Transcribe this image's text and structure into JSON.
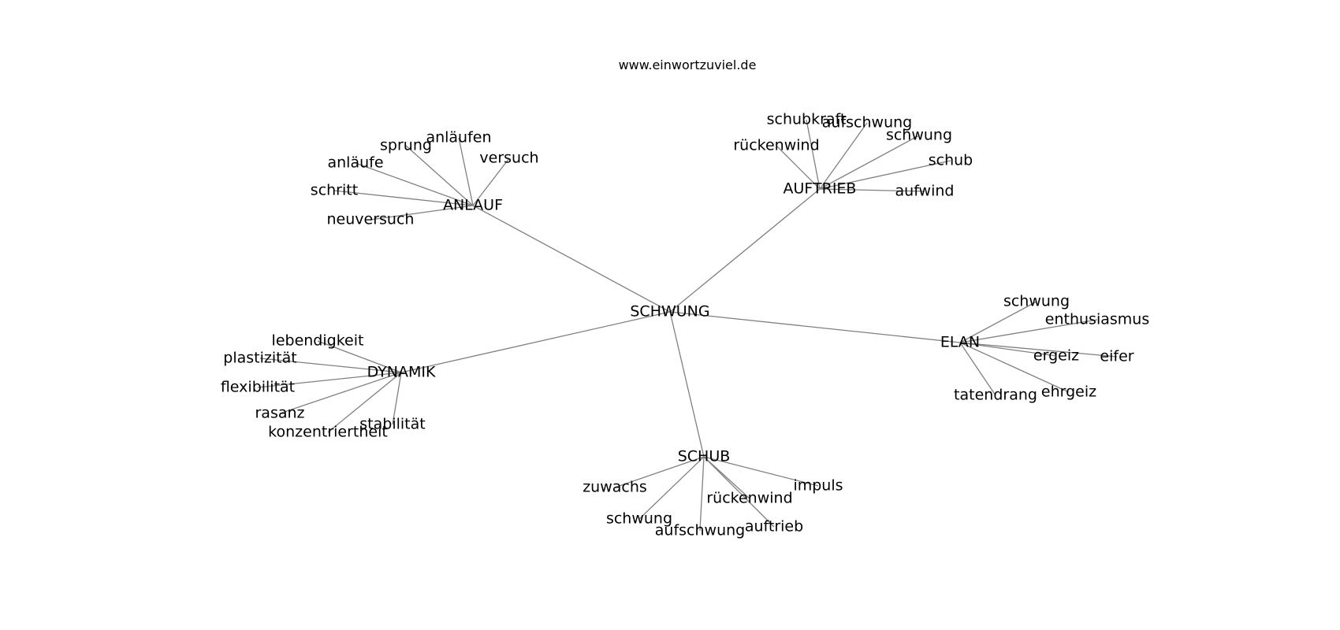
{
  "site": "www.einwortzuviel.de",
  "center": "SCHWUNG",
  "clusters": [
    {
      "name": "ANLAUF",
      "leaves": [
        "anläufen",
        "sprung",
        "anläufe",
        "versuch",
        "schritt",
        "neuversuch"
      ]
    },
    {
      "name": "AUFTRIEB",
      "leaves": [
        "schubkraft",
        "aufschwung",
        "schwung",
        "rückenwind",
        "schub",
        "aufwind"
      ]
    },
    {
      "name": "ELAN",
      "leaves": [
        "schwung",
        "enthusiasmus",
        "ergeiz",
        "eifer",
        "ehrgeiz",
        "tatendrang"
      ]
    },
    {
      "name": "SCHUB",
      "leaves": [
        "zuwachs",
        "impuls",
        "rückenwind",
        "schwung",
        "aufschwung",
        "auftrieb"
      ]
    },
    {
      "name": "DYNAMIK",
      "leaves": [
        "lebendigkeit",
        "plastizität",
        "flexibilität",
        "rasanz",
        "stabilität",
        "konzentriertheit"
      ]
    }
  ]
}
